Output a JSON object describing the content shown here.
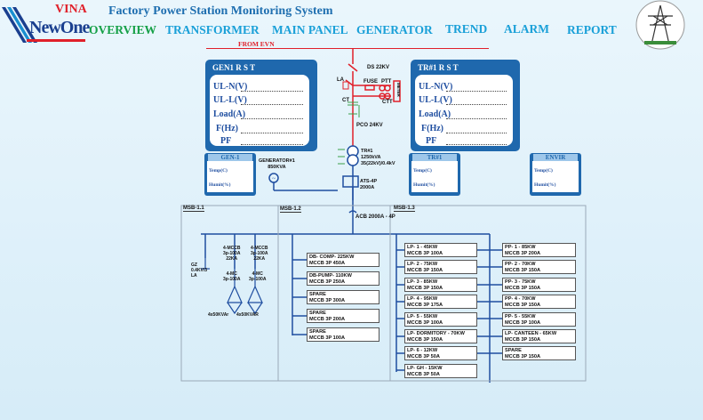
{
  "logo": {
    "top": "VINA",
    "main": "NewOne"
  },
  "header": {
    "title": "Factory Power Station Monitoring System"
  },
  "nav": [
    "OVERVIEW",
    "TRANSFORMER",
    "MAIN PANEL",
    "GENERATOR",
    "TREND",
    "ALARM",
    "REPORT"
  ],
  "source": {
    "label": "FROM EVN"
  },
  "gen_panel": {
    "header": "GEN1    R      S      T"
  },
  "tr_panel": {
    "header": "TR#1      R      S      T"
  },
  "meter_rows": {
    "ul_n": "UL-N(V)",
    "ul_l": "UL-L(V)",
    "load": "Load(A)",
    "freq": "F(Hz)",
    "pf": "PF"
  },
  "env_panels": [
    {
      "header": "GEN-1",
      "temp": "Temp(C)",
      "humid": "Humit(%)"
    },
    {
      "header": "TR#1",
      "temp": "Temp(C)",
      "humid": "Humit(%)"
    },
    {
      "header": "ENVIR",
      "temp": "Temp(C)",
      "humid": "Humit(%)"
    }
  ],
  "hv": {
    "ds": "DS 22KV",
    "la": "LA",
    "fuse": "FUSE",
    "pt": "PTT",
    "meter": "METER",
    "ct": "CT",
    "ctt": "CTT",
    "pco": "PCO 24KV",
    "tr": [
      "TR#1",
      "1250kVA",
      "35(22kV)/0.4kV"
    ],
    "gen": [
      "GENERATOR#1",
      "850KVA"
    ],
    "ats": [
      "ATS-4P",
      "2000A"
    ],
    "acb": "ACB 2000A - 4P"
  },
  "msb": [
    "MSB-1.1",
    "MSB-1.2",
    "MSB-1.3"
  ],
  "msb11": {
    "gz": [
      "GZ",
      "0.4KV/3",
      "LA"
    ],
    "mccb1": [
      "4-MCCB",
      "3p-100A",
      "22KA"
    ],
    "mccb2": [
      "4-MCCB",
      "3p-100A",
      "22KA"
    ],
    "mc1": [
      "4-MC",
      "3p-100A"
    ],
    "mc2": [
      "4-MC",
      "3p-100A"
    ],
    "cap1": "4x50KVAr",
    "cap2": "4x50KVAR"
  },
  "msb12": [
    [
      "DB- COMP- 225KW",
      "MCCB 3P 450A"
    ],
    [
      "DB-PUMP- 110KW",
      "MCCB 3P 250A"
    ],
    [
      "SPARE",
      "MCCB 3P 300A"
    ],
    [
      "SPARE",
      "MCCB 3P 200A"
    ],
    [
      "SPARE",
      "MCCB 3P 100A"
    ]
  ],
  "msb13_left": [
    [
      "LP- 1 - 45KW",
      "MCCB 3P 100A"
    ],
    [
      "LP- 2 - 75KW",
      "MCCB 3P 150A"
    ],
    [
      "LP- 3 - 85KW",
      "MCCB 3P 150A"
    ],
    [
      "LP- 4 - 95KW",
      "MCCB 3P 175A"
    ],
    [
      "LP- 5 - 55KW",
      "MCCB 3P 100A"
    ],
    [
      "LP- DORMITORY - 70KW",
      "MCCB 3P 150A"
    ],
    [
      "LP- 6 - 12KW",
      "MCCB 3P 50A"
    ],
    [
      "LP- GH - 15KW",
      "MCCB 3P 50A"
    ]
  ],
  "msb13_right": [
    [
      "PP- 1 - 85KW",
      "MCCB 3P 200A"
    ],
    [
      "PP- 2 - 70KW",
      "MCCB 3P 150A"
    ],
    [
      "PP- 3 - 75KW",
      "MCCB 3P 150A"
    ],
    [
      "PP- 4 - 70KW",
      "MCCB 3P 150A"
    ],
    [
      "PP- 5 - 55KW",
      "MCCB 3P 100A"
    ],
    [
      "LP- CANTEEN - 65KW",
      "MCCB 3P 150A"
    ],
    [
      "SPARE",
      "MCCB 3P 150A"
    ]
  ],
  "colors": {
    "accent": "#1f68ad",
    "line": "#1f4ea0",
    "hv": "#e0202a",
    "nav": "#1aa0d8",
    "active": "#16a047"
  }
}
